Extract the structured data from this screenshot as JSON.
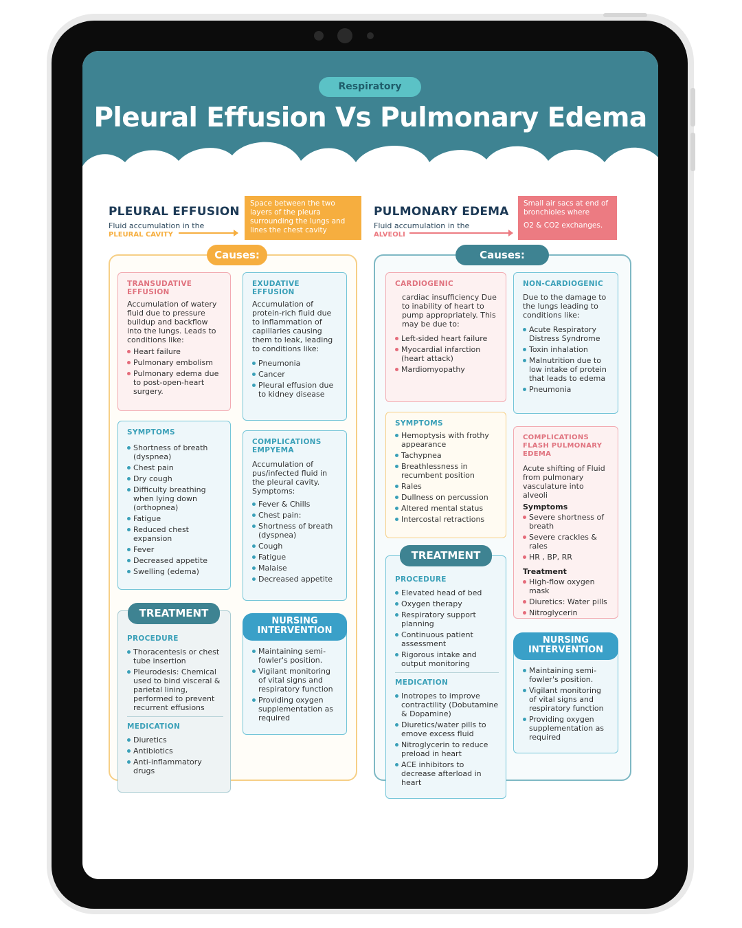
{
  "category": "Respiratory",
  "title": "Pleural Effusion Vs Pulmonary Edema",
  "colors": {
    "teal": "#3e8392",
    "orange": "#f6ae3f",
    "coral": "#ec7b82",
    "pink_dot": "#e56b7a",
    "blue_dot": "#3aa0b8"
  },
  "left": {
    "heading": "PLEURAL EFFUSION",
    "sub_line1": "Fluid accumulation in the",
    "sub_line2": "PLEURAL CAVITY",
    "note": "Space between the two layers of the pleura surrounding the lungs and lines the chest cavity",
    "causes_label": "Causes:",
    "transudative": {
      "title": "TRANSUDATIVE EFFUSION",
      "desc": "Accumulation of watery fluid due to pressure buildup and backflow into the lungs. Leads to conditions like:",
      "items": [
        "Heart failure",
        "Pulmonary embolism",
        "Pulmonary edema due to post-open-heart surgery."
      ]
    },
    "exudative": {
      "title": "EXUDATIVE EFFUSION",
      "desc": "Accumulation of protein-rich fluid due to inflammation of capillaries causing them to leak, leading to conditions like:",
      "items": [
        "Pneumonia",
        "Cancer",
        "Pleural effusion due to kidney disease"
      ]
    },
    "symptoms": {
      "title": "SYMPTOMS",
      "items": [
        "Shortness of breath (dyspnea)",
        "Chest pain",
        "Dry cough",
        "Difficulty breathing when lying down (orthopnea)",
        "Fatigue",
        "Reduced chest expansion",
        "Fever",
        "Decreased appetite",
        "Swelling (edema)"
      ]
    },
    "complications": {
      "title": "COMPLICATIONS EMPYEMA",
      "desc": "Accumulation of pus/infected fluid in the pleural cavity. Symptoms:",
      "items": [
        "Fever & Chills",
        "Chest pain:",
        "Shortness of breath (dyspnea)",
        "Cough",
        "Fatigue",
        "Malaise",
        "Decreased appetite"
      ]
    },
    "treatment": {
      "label": "TREATMENT",
      "procedure_title": "PROCEDURE",
      "procedure": [
        "Thoracentesis or chest tube insertion",
        "Pleurodesis: Chemical used to bind visceral & parietal lining, performed to prevent recurrent effusions"
      ],
      "medication_title": "MEDICATION",
      "medication": [
        "Diuretics",
        "Antibiotics",
        "Anti-inflammatory drugs"
      ]
    },
    "nursing": {
      "label_line1": "NURSING",
      "label_line2": "INTERVENTION",
      "items": [
        "Maintaining semi-fowler's position.",
        "Vigilant monitoring of vital signs and respiratory function",
        "Providing oxygen supplementation as required"
      ]
    }
  },
  "right": {
    "heading": "PULMONARY EDEMA",
    "sub_line1": "Fluid accumulation in the",
    "sub_line2": "ALVEOLI",
    "note_line1": "Small air sacs at end of bronchioles where",
    "note_line2": "O2 & CO2 exchanges.",
    "causes_label": "Causes:",
    "cardiogenic": {
      "title": "CARDIOGENIC",
      "desc": "cardiac insufficiency Due to inability of heart to pump appropriately. This may be due to:",
      "items": [
        "Left-sided heart failure",
        "Myocardial infarction (heart attack)",
        "Mardiomyopathy"
      ]
    },
    "noncardiogenic": {
      "title": "NON-CARDIOGENIC",
      "desc": "Due to the damage to the lungs leading to conditions like:",
      "items": [
        "Acute Respiratory Distress Syndrome",
        "Toxin inhalation",
        "Malnutrition due to low intake of protein that leads to edema",
        "Pneumonia"
      ]
    },
    "symptoms": {
      "title": "SYMPTOMS",
      "items": [
        "Hemoptysis with frothy appearance",
        "Tachypnea",
        "Breathlessness in recumbent position",
        "Rales",
        "Dullness on percussion",
        "Altered mental status",
        "Intercostal retractions"
      ]
    },
    "complications": {
      "title": "COMPLICATIONS FLASH PULMONARY EDEMA",
      "desc": "Acute shifting of Fluid from pulmonary vasculature into alveoli",
      "symptoms_title": "Symptoms",
      "symptoms": [
        "Severe shortness of breath",
        "Severe crackles & rales",
        "HR , BP, RR"
      ],
      "treatment_title": "Treatment",
      "treatment": [
        "High-flow oxygen mask",
        "Diuretics: Water pills",
        "Nitroglycerin"
      ]
    },
    "treatment": {
      "label": "TREATMENT",
      "procedure_title": "PROCEDURE",
      "procedure": [
        "Elevated head of bed",
        "Oxygen therapy",
        "Respiratory support planning",
        "Continuous patient assessment",
        "Rigorous intake and output monitoring"
      ],
      "medication_title": "MEDICATION",
      "medication": [
        "Inotropes to improve contractility (Dobutamine & Dopamine)",
        "Diuretics/water pills to emove excess fluid",
        "Nitroglycerin to reduce preload in heart",
        "ACE inhibitors to decrease afterload in heart"
      ]
    },
    "nursing": {
      "label_line1": "NURSING",
      "label_line2": "INTERVENTION",
      "items": [
        "Maintaining semi-fowler's position.",
        "Vigilant monitoring of vital signs and respiratory function",
        "Providing oxygen supplementation as required"
      ]
    }
  }
}
